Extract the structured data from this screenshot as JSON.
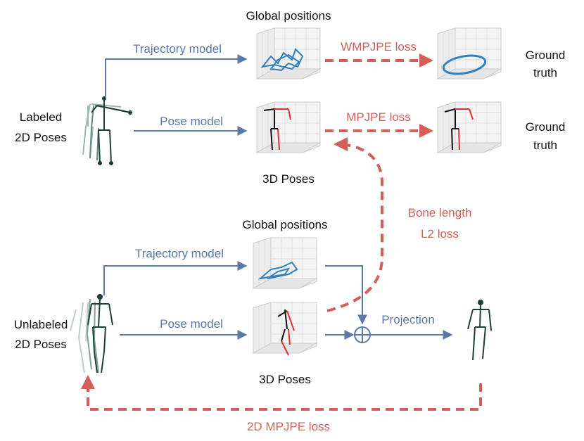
{
  "colors": {
    "blue": "#5a78a8",
    "red": "#d45f58",
    "skeleton": "#1f3f37",
    "skeleton_light": "#9cb7b0",
    "trajectory": "#2f7fc1"
  },
  "top": {
    "input_label": [
      "Labeled",
      "2D Poses"
    ],
    "trajectory_model": "Trajectory model",
    "pose_model": "Pose model",
    "global_positions": "Global positions",
    "poses_3d": "3D Poses",
    "wmpjpe_loss": "WMPJPE loss",
    "mpjpe_loss": "MPJPE loss",
    "ground_truth_1": [
      "Ground",
      "truth"
    ],
    "ground_truth_2": [
      "Ground",
      "truth"
    ]
  },
  "middle": {
    "bone_loss": [
      "Bone length",
      "L2 loss"
    ]
  },
  "bottom": {
    "input_label": [
      "Unlabeled",
      "2D Poses"
    ],
    "trajectory_model": "Trajectory model",
    "pose_model": "Pose model",
    "global_positions": "Global positions",
    "poses_3d": "3D Poses",
    "projection": "Projection",
    "mpjpe_2d_loss": "2D MPJPE loss"
  }
}
